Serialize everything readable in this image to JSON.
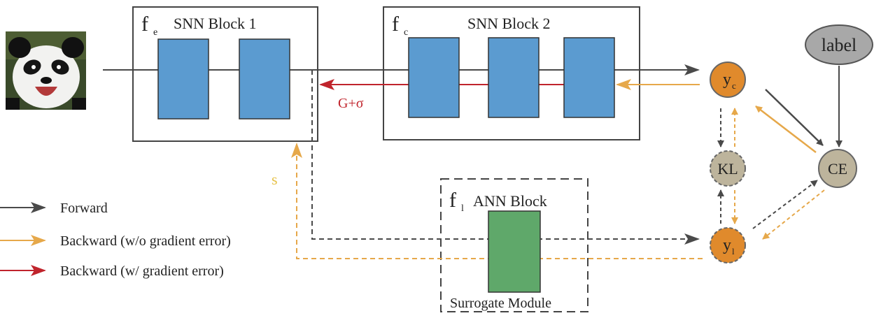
{
  "blocks": {
    "snn1": {
      "symbol": "f",
      "subscript": "e",
      "title": "SNN Block 1"
    },
    "snn2": {
      "symbol": "f",
      "subscript": "c",
      "title": "SNN Block 2"
    },
    "ann": {
      "symbol": "f",
      "subscript": "l",
      "title": "ANN Block",
      "caption": "Surrogate Module"
    }
  },
  "nodes": {
    "yc": {
      "symbol": "y",
      "subscript": "c"
    },
    "yl": {
      "symbol": "y",
      "subscript": "l"
    },
    "kl": {
      "label": "KL"
    },
    "ce": {
      "label": "CE"
    },
    "label": {
      "label": "label"
    }
  },
  "edge_labels": {
    "gradient": "G+σ",
    "surrogate": "s"
  },
  "legend": [
    {
      "label": "Forward",
      "color": "#4a4a4a"
    },
    {
      "label": "Backward (w/o gradient error)",
      "color": "#e6a84a"
    },
    {
      "label": "Backward (w/ gradient error)",
      "color": "#c0242c"
    }
  ],
  "colors": {
    "forward": "#4a4a4a",
    "backward": "#e6a84a",
    "backward_error": "#c0242c",
    "snn_layer": "#5b9bd0",
    "ann_layer": "#5fa86a",
    "output_node": "#e08a2c",
    "loss_node": "#bdb49c",
    "label_node": "#a8a8a8"
  },
  "icons": {
    "input_image": "panda-image"
  }
}
